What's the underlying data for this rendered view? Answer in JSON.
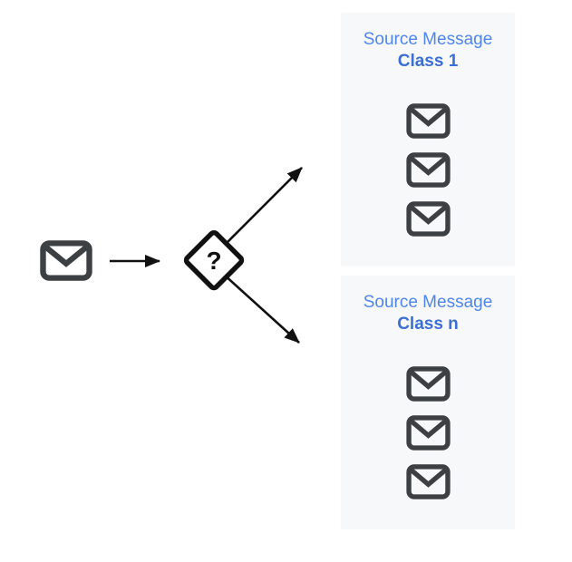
{
  "diagram": {
    "decision": {
      "label": "?",
      "shape": "diamond"
    },
    "input": {
      "icon": "email-icon"
    },
    "classes": [
      {
        "id": "class-1",
        "title_line1": "Source Message",
        "title_line2": "Class 1",
        "message_count": 3
      },
      {
        "id": "class-n",
        "title_line1": "Source Message",
        "title_line2": "Class n",
        "message_count": 3
      }
    ]
  },
  "colors": {
    "title_blue": "#4f86ec",
    "class_blue": "#3b6fd4",
    "envelope_gray": "#3c4043",
    "line_black": "#111111",
    "box_bg": "#f7f8fa"
  }
}
